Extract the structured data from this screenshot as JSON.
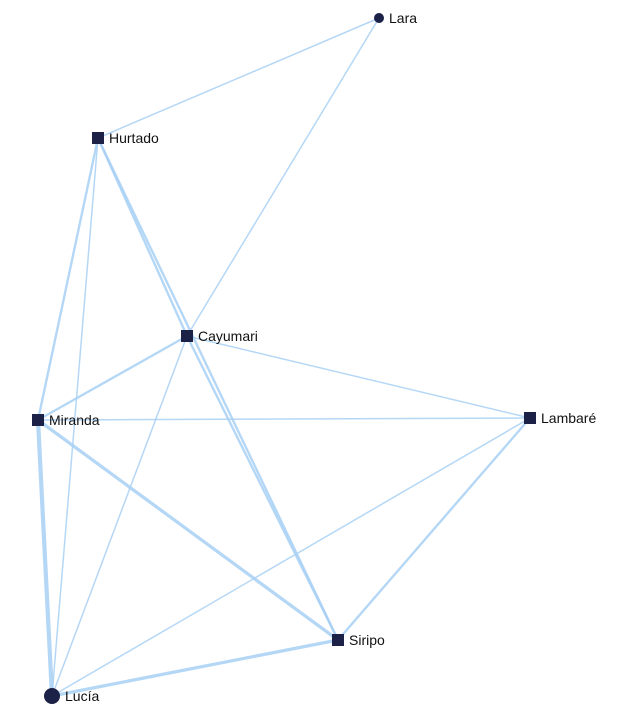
{
  "graph": {
    "nodes": [
      {
        "id": "lara",
        "label": "Lara",
        "shape": "circle",
        "size": "small"
      },
      {
        "id": "hurtado",
        "label": "Hurtado",
        "shape": "square",
        "size": "medium"
      },
      {
        "id": "cayumari",
        "label": "Cayumari",
        "shape": "square",
        "size": "medium"
      },
      {
        "id": "miranda",
        "label": "Miranda",
        "shape": "square",
        "size": "medium"
      },
      {
        "id": "lambare",
        "label": "Lambaré",
        "shape": "square",
        "size": "medium"
      },
      {
        "id": "siripo",
        "label": "Siripo",
        "shape": "square",
        "size": "medium"
      },
      {
        "id": "lucia",
        "label": "Lucía",
        "shape": "circle",
        "size": "large"
      }
    ],
    "edges": [
      {
        "source": "lara",
        "target": "hurtado",
        "weight": 1
      },
      {
        "source": "lara",
        "target": "cayumari",
        "weight": 1
      },
      {
        "source": "hurtado",
        "target": "cayumari",
        "weight": 2
      },
      {
        "source": "hurtado",
        "target": "siripo",
        "weight": 2
      },
      {
        "source": "hurtado",
        "target": "miranda",
        "weight": 2
      },
      {
        "source": "hurtado",
        "target": "lucia",
        "weight": 1
      },
      {
        "source": "cayumari",
        "target": "siripo",
        "weight": 2
      },
      {
        "source": "cayumari",
        "target": "lambare",
        "weight": 1
      },
      {
        "source": "cayumari",
        "target": "miranda",
        "weight": 2
      },
      {
        "source": "cayumari",
        "target": "lucia",
        "weight": 1
      },
      {
        "source": "miranda",
        "target": "lambare",
        "weight": 1
      },
      {
        "source": "miranda",
        "target": "siripo",
        "weight": 3
      },
      {
        "source": "miranda",
        "target": "lucia",
        "weight": 4
      },
      {
        "source": "lambare",
        "target": "siripo",
        "weight": 2
      },
      {
        "source": "lambare",
        "target": "lucia",
        "weight": 1
      },
      {
        "source": "siripo",
        "target": "lucia",
        "weight": 3
      }
    ],
    "colors": {
      "node": "#1c2147",
      "edge": "#a8d0f5",
      "label": "#111111",
      "background": "#ffffff"
    }
  }
}
